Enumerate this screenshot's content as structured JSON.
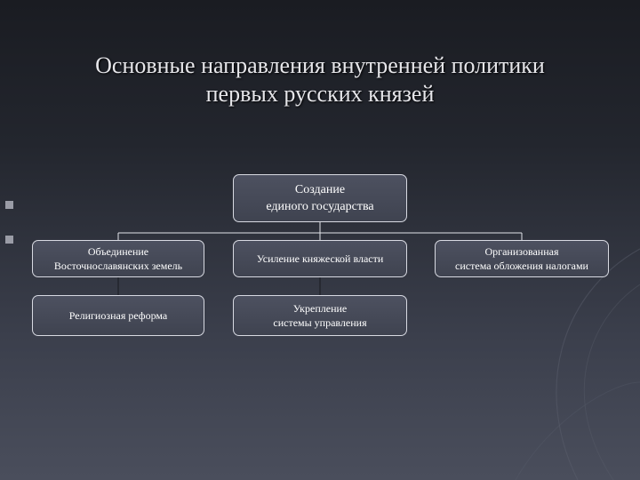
{
  "title": {
    "line1": "Основные направления внутренней политики",
    "line2": "первых русских князей"
  },
  "diagram": {
    "root": {
      "line1": "Создание",
      "line2": "единого государства"
    },
    "branches": [
      {
        "line1": "Объединение",
        "line2": "Восточнославянских земель"
      },
      {
        "line1": "Усиление княжеской власти",
        "line2": ""
      },
      {
        "line1": "Организованная",
        "line2": "система обложения налогами"
      },
      {
        "line1": "Религиозная реформа",
        "line2": ""
      },
      {
        "line1": "Укрепление",
        "line2": "системы управления"
      }
    ]
  },
  "colors": {
    "background_top": "#1a1c22",
    "background_bottom": "#4a4e5c",
    "box_fill": "#454957",
    "box_border": "#d8dae2",
    "text": "#ffffff"
  }
}
